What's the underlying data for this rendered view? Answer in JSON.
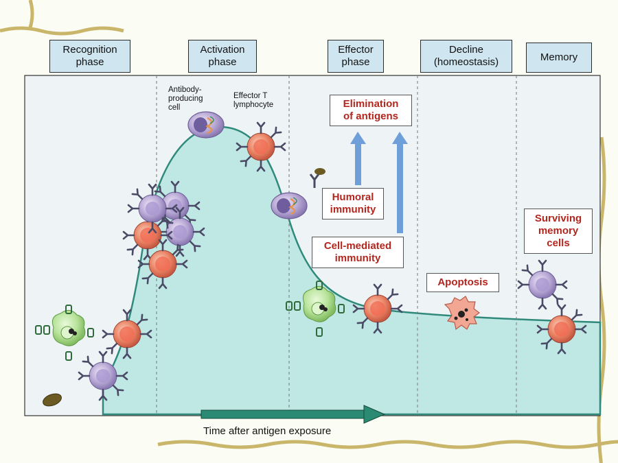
{
  "phases": [
    {
      "id": "recognition",
      "label_lines": [
        "Recognition",
        "phase"
      ]
    },
    {
      "id": "activation",
      "label_lines": [
        "Activation",
        "phase"
      ]
    },
    {
      "id": "effector",
      "label_lines": [
        "Effector",
        "phase"
      ]
    },
    {
      "id": "decline",
      "label_lines": [
        "Decline",
        "(homeostasis)"
      ]
    },
    {
      "id": "memory",
      "label_lines": [
        "Memory"
      ]
    }
  ],
  "labels": {
    "antibody_producing_cell": [
      "Antibody-",
      "producing",
      "cell"
    ],
    "effector_t_lymphocyte": [
      "Effector T",
      "lymphocyte"
    ],
    "elimination_of_antigens": [
      "Elimination",
      "of antigens"
    ],
    "humoral_immunity": [
      "Humoral",
      "immunity"
    ],
    "cell_mediated_immunity": [
      "Cell-mediated",
      "immunity"
    ],
    "apoptosis": "Apoptosis",
    "surviving_memory_cells": [
      "Surviving",
      "memory",
      "cells"
    ]
  },
  "x_axis_label": "Time after antigen exposure",
  "colors": {
    "curve_fill": "#bfe8e4",
    "curve_stroke": "#2f8a7c",
    "panel_bg": "#eef3f6",
    "phase_box_bg": "#cfe6f1",
    "emphasis_red": "#b3261e",
    "arrow_blue": "#6f9fd8",
    "effector_cell": "#e9866a",
    "memory_cell": "#b9a9d6",
    "apc_cell": "#b8e39a"
  }
}
